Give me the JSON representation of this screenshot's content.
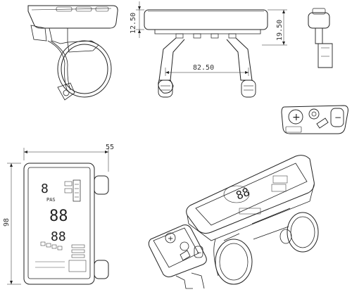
{
  "dimensions": {
    "top_height_a": "12.50",
    "top_height_b": "19.50",
    "mount_width": "82.50",
    "front_width": "55",
    "front_height": "98"
  },
  "display_readout": {
    "speed_digits": "88",
    "assist_digits": "88",
    "label": "PAS"
  },
  "remote_buttons": {
    "plus": "+",
    "minus": "−",
    "power": "power-icon",
    "light": "light-icon"
  }
}
